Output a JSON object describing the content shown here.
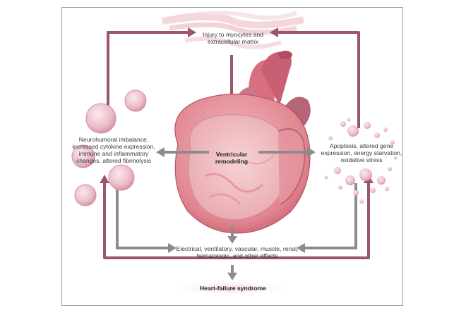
{
  "labels": {
    "injury": "Injury to myocytes and extracellular matrix",
    "neurohumoral": "Neurohumoral imbalance, increased cytokine expression, immune and inflammatory changes, altered fibrinolysis",
    "apoptosis": "Apoptosis, altered gene expression, energy starvation, oxidative stress",
    "remodeling": "Ventricular remodeling",
    "effects": "Electrical, ventilatory, vascular, muscle, renal, hematologic, and other effects",
    "syndrome": "Heart-failure syndrome"
  },
  "colors": {
    "feedback_arrow": "#9a5566",
    "gray_arrow": "#8c8c8c",
    "heart_outer": "#d86f80",
    "heart_inner": "#f2c3c6",
    "cell": "#ecbcc8",
    "frame": "#9a9a9a"
  },
  "icons": [
    "myocyte-fiber-icon",
    "heart-cross-section-icon",
    "cell-icon",
    "apoptotic-particles-icon"
  ]
}
